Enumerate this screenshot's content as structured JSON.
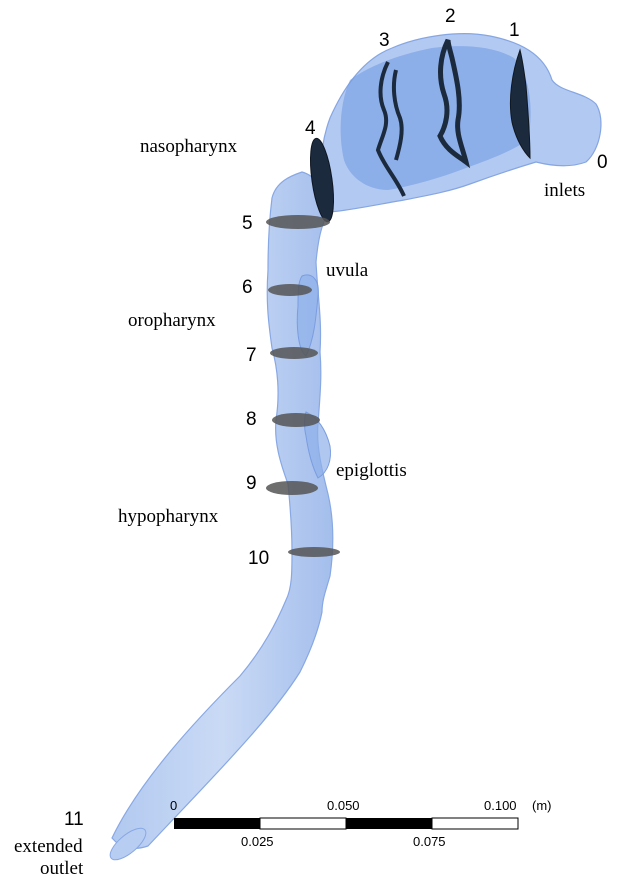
{
  "labels": {
    "nasopharynx": "nasopharynx",
    "inlets": "inlets",
    "uvula": "uvula",
    "oropharynx": "oropharynx",
    "epiglottis": "epiglottis",
    "hypopharynx": "hypopharynx",
    "extended": "extended",
    "outlet": "outlet"
  },
  "section_numbers": [
    "0",
    "1",
    "2",
    "3",
    "4",
    "5",
    "6",
    "7",
    "8",
    "9",
    "10",
    "11"
  ],
  "scale_bar": {
    "top_ticks": [
      "0",
      "0.050",
      "0.100"
    ],
    "bottom_ticks": [
      "0.025",
      "0.075"
    ],
    "unit": "(m)"
  },
  "colors": {
    "airway_fill": "#9fbcec",
    "airway_dark": "#5c88dc",
    "slice": "#555555",
    "slice_dark": "#1c2a3e"
  }
}
